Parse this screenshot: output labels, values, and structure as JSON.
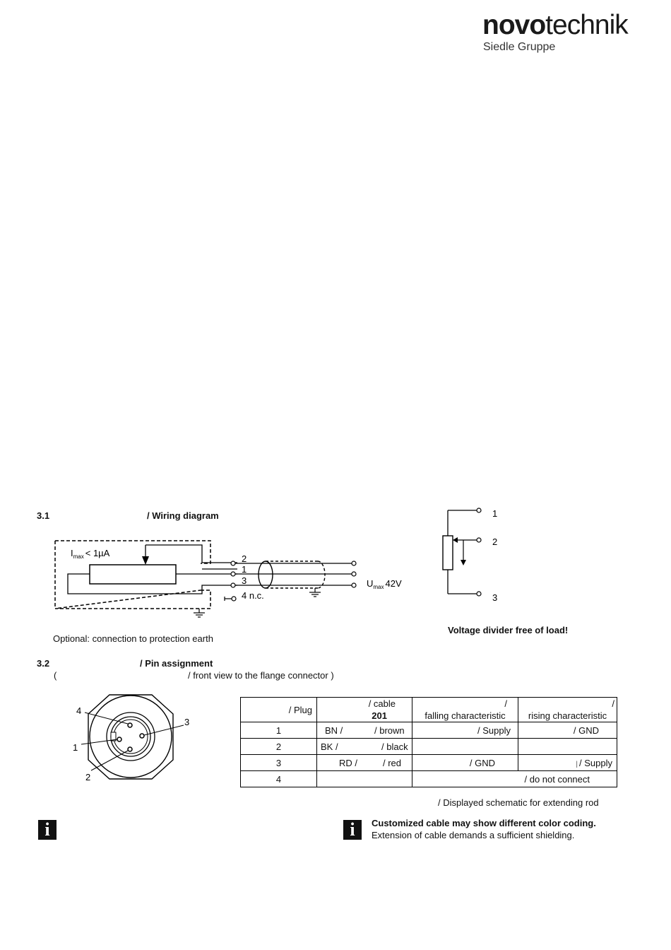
{
  "logo": {
    "bold": "novo",
    "regular": "technik",
    "sub": "Siedle Gruppe"
  },
  "section31": {
    "number": "3.1",
    "title": "/ Wiring diagram",
    "imax": "I",
    "imax_sub": "max",
    "imax_val": "< 1µA",
    "pins": [
      "2",
      "1",
      "3",
      "4 n.c."
    ],
    "umax": "U",
    "umax_sub": "max",
    "umax_val": "42V",
    "optional_note": "Optional: connection to protection earth",
    "divider_pins": [
      "1",
      "2",
      "3"
    ],
    "divider_note": "Voltage divider free of load!"
  },
  "section32": {
    "number": "3.2",
    "title": "/ Pin assignment",
    "subtitle_open": "(",
    "subtitle": "/ front view to the flange connector )",
    "connector_pins": [
      "4",
      "3",
      "1",
      "2"
    ],
    "table": {
      "header": {
        "plug": "/ Plug",
        "cable_top": "/ cable",
        "cable_code": "201",
        "falling_slash": "/",
        "falling": "falling characteristic",
        "rising_slash": "/",
        "rising": "rising characteristic"
      },
      "rows": [
        {
          "plug": "1",
          "cable_code": "BN /",
          "cable_color": "/ brown",
          "falling": "/ Supply",
          "rising": "/ GND"
        },
        {
          "plug": "2",
          "cable_code": "BK /",
          "cable_color": "/ black",
          "falling": "",
          "rising": ""
        },
        {
          "plug": "3",
          "cable_code": "RD /",
          "cable_color": "/ red",
          "falling": "/ GND",
          "rising_mark": "|",
          "rising": "/ Supply"
        },
        {
          "plug": "4",
          "cable_code": "",
          "cable_color": "",
          "merged": "/ do not connect"
        }
      ]
    },
    "schematic_note": "/ Displayed schematic for extending rod"
  },
  "info": {
    "icon_glyph": "i",
    "heading": "Customized cable may show different color coding.",
    "body": "Extension of cable demands a sufficient shielding."
  }
}
